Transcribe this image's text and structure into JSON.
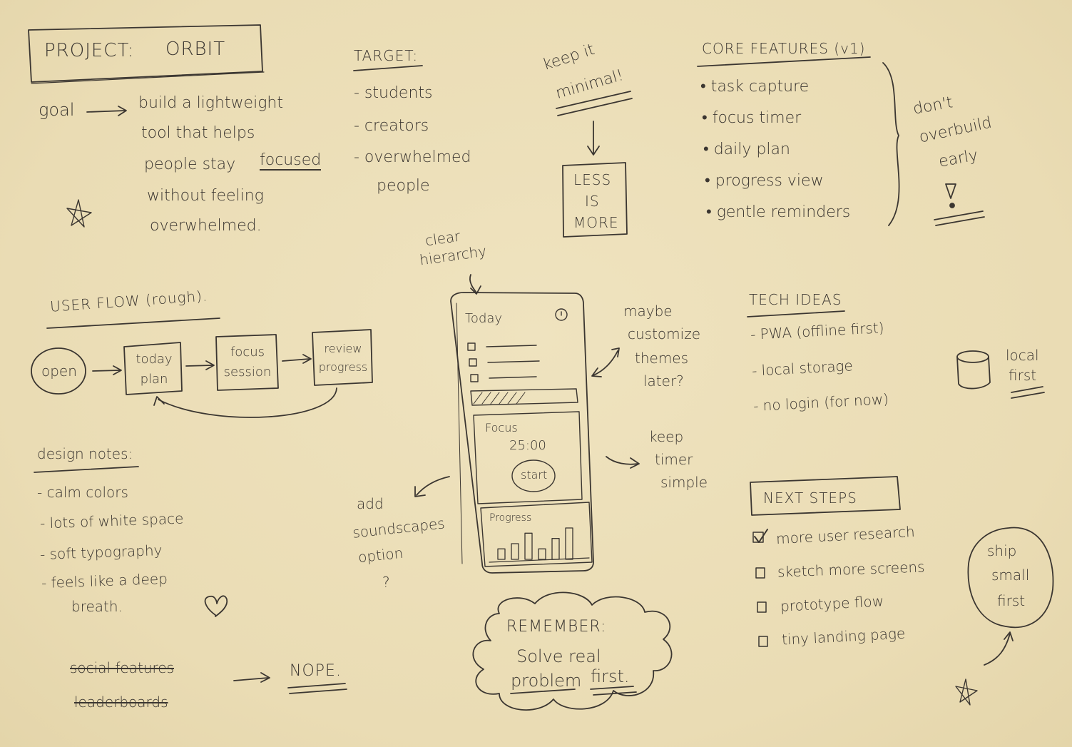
{
  "title": {
    "label": "PROJECT:",
    "name": "ORBIT"
  },
  "goal": {
    "label": "goal",
    "lines": [
      "build a lightweight",
      "tool that helps",
      "people stay",
      "focused",
      "without feeling",
      "overwhelmed."
    ]
  },
  "target": {
    "heading": "TARGET:",
    "items": [
      "- students",
      "- creators",
      "- overwhelmed",
      "people"
    ]
  },
  "minimal": {
    "note": "keep it",
    "note2": "minimal!",
    "box": [
      "LESS",
      "IS",
      "MORE"
    ]
  },
  "core_features": {
    "heading": "CORE FEATURES (v1)",
    "items": [
      "• task capture",
      "• focus timer",
      "• daily plan",
      "• progress view",
      "• gentle reminders"
    ],
    "aside": [
      "don't",
      "overbuild",
      "early"
    ]
  },
  "user_flow": {
    "heading": "USER FLOW (rough).",
    "nodes": [
      "open",
      "today plan",
      "focus session",
      "review progress"
    ]
  },
  "hierarchy_note": [
    "clear",
    "hierarchy"
  ],
  "phone": {
    "header": "Today",
    "focus_label": "Focus",
    "timer": "25:00",
    "start": "start",
    "progress_label": "Progress",
    "bars": [
      2,
      3,
      5,
      2,
      4,
      6
    ]
  },
  "customize_note": [
    "maybe",
    "customize",
    "themes",
    "later?"
  ],
  "timer_note": [
    "keep",
    "timer",
    "simple"
  ],
  "soundscapes_note": [
    "add",
    "soundscapes",
    "option",
    "?"
  ],
  "tech": {
    "heading": "TECH IDEAS",
    "items": [
      "- PWA (offline first)",
      "- local storage",
      "- no login (for now)"
    ],
    "db_note": [
      "local",
      "first"
    ]
  },
  "design_notes": {
    "heading": "design notes:",
    "items": [
      "- calm colors",
      "- lots of white space",
      "- soft typography",
      "- feels like a deep",
      "breath."
    ]
  },
  "rejected": {
    "items": [
      "social features",
      "leaderboards"
    ],
    "verdict": "NOPE."
  },
  "remember": {
    "title": "REMEMBER:",
    "line1": "Solve real",
    "line2a": "problem",
    "line2b": "first."
  },
  "next_steps": {
    "heading": "NEXT STEPS",
    "items": [
      {
        "label": "more user research",
        "checked": true
      },
      {
        "label": "sketch more screens",
        "checked": false
      },
      {
        "label": "prototype flow",
        "checked": false
      },
      {
        "label": "tiny landing page",
        "checked": false
      }
    ]
  },
  "ship": [
    "ship",
    "small",
    "first"
  ],
  "colors": {
    "paper": "#ede0b9",
    "ink": "#3b3631"
  }
}
